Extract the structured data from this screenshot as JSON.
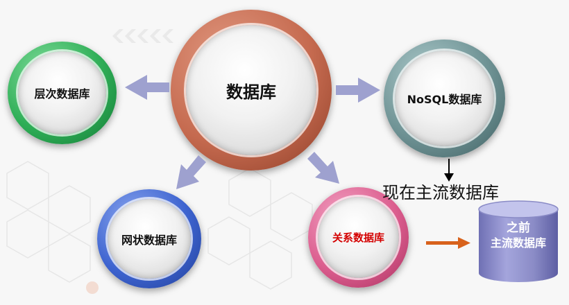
{
  "nodes": {
    "center": "数据库",
    "hierarchical": "层次数据库",
    "nosql": "NoSQL数据库",
    "network": "网状数据库",
    "relational": "关系数据库"
  },
  "annotations": {
    "current_mainstream": "现在主流数据库",
    "previous_mainstream_line1": "之前",
    "previous_mainstream_line2": "主流数据库"
  },
  "colors": {
    "center_ring": "#c56a4f",
    "hierarchical_ring": "#2fae57",
    "nosql_ring": "#6e9294",
    "network_ring": "#3d63cf",
    "relational_ring": "#db5d8e",
    "relational_text": "#d40000",
    "connector_arrow": "#8f92c2",
    "orange_arrow": "#d8621c",
    "cylinder": "#8a8bc6"
  }
}
